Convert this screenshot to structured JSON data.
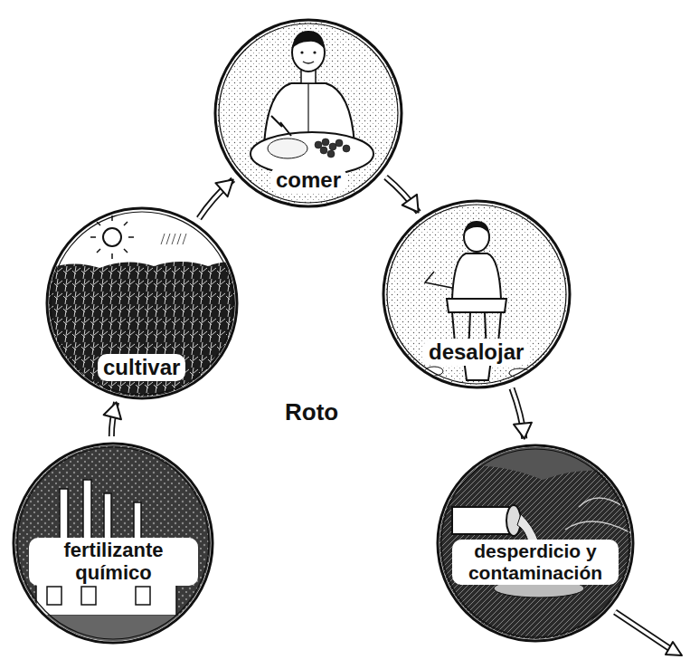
{
  "diagram": {
    "title": "Roto",
    "nodes": [
      {
        "text": [
          "fertilizante químico"
        ]
      },
      {
        "text": [
          "cultivar"
        ]
      },
      {
        "text": [
          "comer"
        ]
      },
      {
        "text": [
          "desalojar"
        ]
      },
      {
        "text": [
          "desperdicio y contaminación"
        ]
      }
    ],
    "edges": [
      {
        "from": 0,
        "to": 1,
        "arrow": "to"
      },
      {
        "from": 1,
        "to": 2,
        "arrow": "to"
      },
      {
        "from": 2,
        "to": 3,
        "arrow": "to"
      },
      {
        "from": 3,
        "to": 4,
        "arrow": "to"
      }
    ]
  }
}
